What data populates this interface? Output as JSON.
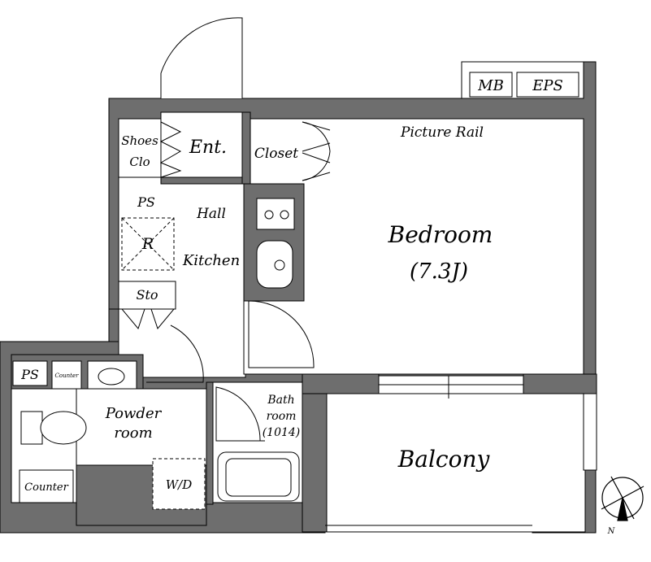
{
  "rooms": {
    "shoes_clo_line1": "Shoes",
    "shoes_clo_line2": "Clo",
    "entrance": "Ent.",
    "closet": "Closet",
    "picture_rail": "Picture Rail",
    "ps_upper": "PS",
    "hall": "Hall",
    "refrigerator": "R",
    "kitchen": "Kitchen",
    "storage": "Sto",
    "bedroom": "Bedroom",
    "bedroom_size": "(7.3J)",
    "ps_lower": "PS",
    "counter_small": "Counter",
    "powder_room_line1": "Powder",
    "powder_room_line2": "room",
    "bathroom_line1": "Bath",
    "bathroom_line2": "room",
    "bathroom_size": "(1014)",
    "counter": "Counter",
    "washer_dryer": "W/D",
    "balcony": "Balcony",
    "mb": "MB",
    "eps": "EPS"
  },
  "compass": {
    "north": "N"
  },
  "colors": {
    "wall": "#6e6e6e",
    "line": "#000000",
    "background": "#ffffff"
  }
}
